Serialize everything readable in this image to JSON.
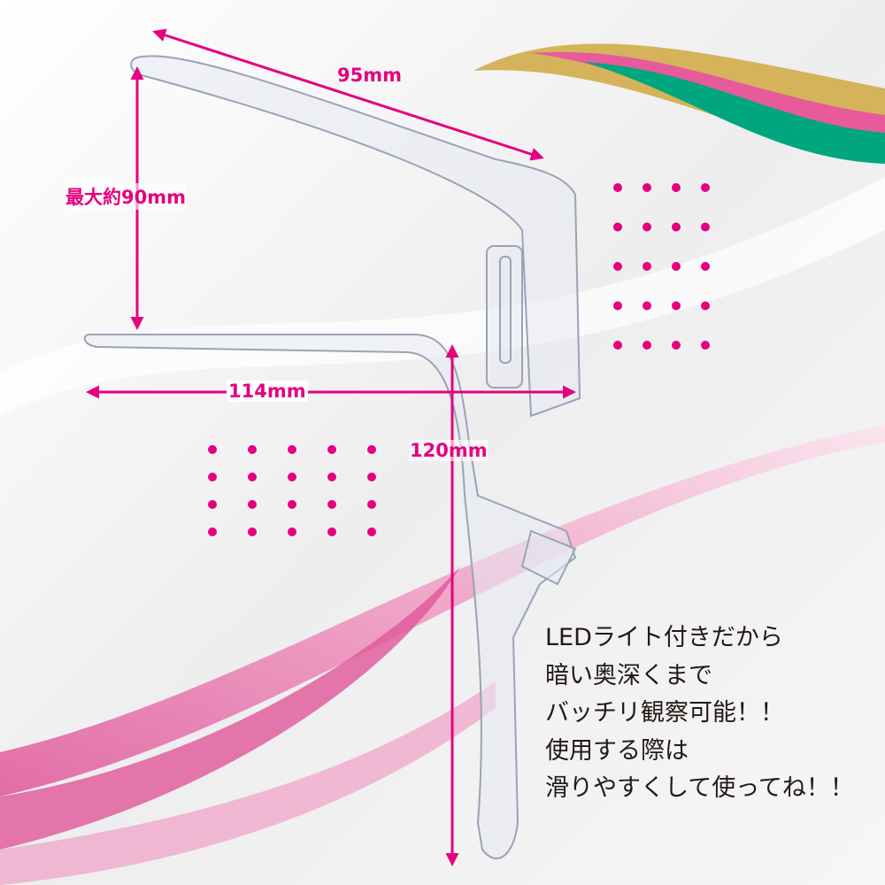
{
  "dimensions": {
    "upper_blade_length": "95mm",
    "max_opening": "最大約90mm",
    "lower_blade_length": "114mm",
    "handle_length": "120mm"
  },
  "description_lines": [
    "LEDライト付きだから",
    "暗い奥深くまで",
    "バッチリ観察可能！！",
    "使用する際は",
    "滑りやすくして使ってね！！"
  ],
  "colors": {
    "accent": "#e4007f",
    "gold": "#d4b35a",
    "pink": "#e75a9b",
    "green": "#00a67e",
    "text": "#231815"
  }
}
